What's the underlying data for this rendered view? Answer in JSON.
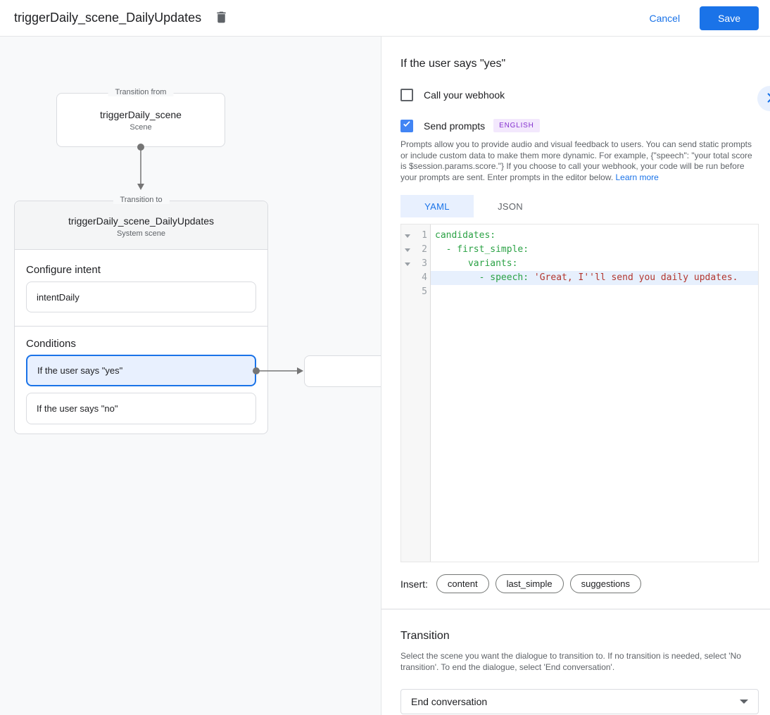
{
  "topbar": {
    "title": "triggerDaily_scene_DailyUpdates",
    "cancel_label": "Cancel",
    "save_label": "Save"
  },
  "canvas": {
    "from_node": {
      "label": "Transition from",
      "title": "triggerDaily_scene",
      "subtitle": "Scene"
    },
    "to_node": {
      "label": "Transition to",
      "title": "triggerDaily_scene_DailyUpdates",
      "subtitle": "System scene",
      "intent_section_label": "Configure intent",
      "intent_value": "intentDaily",
      "conditions_label": "Conditions",
      "conditions": [
        {
          "label": "If the user says \"yes\"",
          "selected": true
        },
        {
          "label": "If the user says \"no\"",
          "selected": false
        }
      ]
    }
  },
  "panel": {
    "heading": "If the user says \"yes\"",
    "webhook_label": "Call your webhook",
    "webhook_checked": false,
    "send_prompts_label": "Send prompts",
    "send_prompts_checked": true,
    "language_badge": "ENGLISH",
    "description": "Prompts allow you to provide audio and visual feedback to users. You can send static prompts or include custom data to make them more dynamic. For example, {\"speech\": \"your total score is $session.params.score.\"} If you choose to call your webhook, your code will be run before your prompts are sent. Enter prompts in the editor below. ",
    "learn_more": "Learn more",
    "tabs": [
      {
        "label": "YAML",
        "active": true
      },
      {
        "label": "JSON",
        "active": false
      }
    ],
    "editor": {
      "lines": [
        {
          "num": "1",
          "fold": true,
          "active": false,
          "tokens": [
            {
              "c": "key",
              "v": "candidates:"
            }
          ]
        },
        {
          "num": "2",
          "fold": true,
          "active": false,
          "tokens": [
            {
              "c": "plain",
              "v": "  "
            },
            {
              "c": "key",
              "v": "- first_simple:"
            }
          ]
        },
        {
          "num": "3",
          "fold": true,
          "active": false,
          "tokens": [
            {
              "c": "plain",
              "v": "      "
            },
            {
              "c": "key",
              "v": "variants:"
            }
          ]
        },
        {
          "num": "4",
          "fold": false,
          "active": true,
          "tokens": [
            {
              "c": "plain",
              "v": "        "
            },
            {
              "c": "key",
              "v": "- speech: "
            },
            {
              "c": "str",
              "v": "'Great, I''ll send you daily updates."
            }
          ]
        },
        {
          "num": "5",
          "fold": false,
          "active": false,
          "tokens": []
        }
      ]
    },
    "insert_label": "Insert:",
    "insert_buttons": [
      "content",
      "last_simple",
      "suggestions"
    ],
    "transition": {
      "heading": "Transition",
      "description": "Select the scene you want the dialogue to transition to. If no transition is needed, select 'No transition'. To end the dialogue, select 'End conversation'.",
      "value": "End conversation"
    }
  },
  "colors": {
    "accent": "#1a73e8",
    "checkbox_checked": "#4285f4",
    "selected_condition_bg": "#e8f0fe",
    "badge_bg": "#f3e8fd",
    "badge_text": "#8430ce",
    "code_key": "#2ba245",
    "code_string": "#b3362e",
    "active_line_bg": "#e7f0fd"
  }
}
